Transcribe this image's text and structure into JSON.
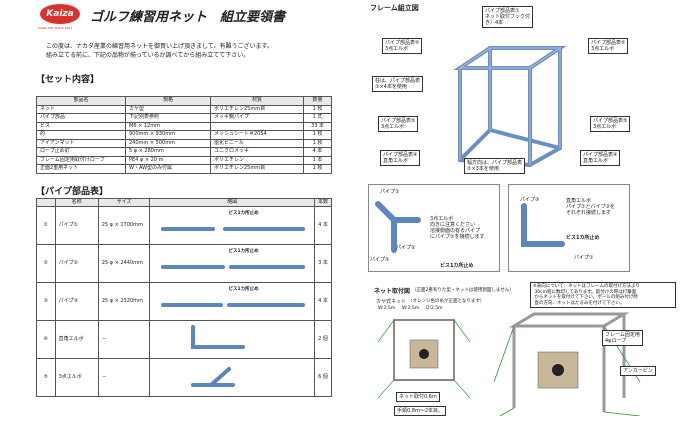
{
  "brand": {
    "logo": "Kaiza",
    "tagline": "KAIZA SET SINCE 1967"
  },
  "title": "ゴルフ練習用ネット　組立要領書",
  "intro": [
    "この度は、ナカダ産業の練習用ネットを御買い上げ頂きまして、有難うございます。",
    "組み立てる前に、下記の品物が揃っているか調べてから組み立てて下さい。"
  ],
  "set_section": "【セット内容】",
  "set_table": {
    "headers": [
      "部品名",
      "規格",
      "材質",
      "数量"
    ],
    "rows": [
      [
        "ネット",
        "カヤ型",
        "ポリエチレン25mm目",
        "1 枚"
      ],
      [
        "パイプ部品",
        "下記別表参照",
        "メッキ鋼パイプ",
        "1 式"
      ],
      [
        "ビス",
        "M6 × 12mm",
        "",
        "33 本"
      ],
      [
        "的",
        "900mm × 930mm",
        "メッシュシート＃2054",
        "1 枚"
      ],
      [
        "アイアンマット",
        "240mm × 500mm",
        "塩化ビニール",
        "1 枚"
      ],
      [
        "ロープ止め釘",
        "5 φ × 280mm",
        "ユニクロメッキ",
        "4 本"
      ],
      [
        "フレーム固定用取付けロープ",
        "PE4 φ × 20 m",
        "ポリエチレン",
        "1 本"
      ],
      [
        "正面2重用ネット",
        "W・AW型のみ付属",
        "ポリエチレン25mm目",
        "1 枚"
      ]
    ]
  },
  "pipe_section": "【パイプ部品表】",
  "pipe_table": {
    "headers": [
      "名称",
      "サイズ",
      "略図",
      "本数"
    ],
    "rows": [
      {
        "no": "①",
        "name": "パイプ①",
        "size": "25 φ × 1700mm",
        "note": "ビス1カ所止め",
        "qty": "4 本"
      },
      {
        "no": "②",
        "name": "パイプ②",
        "size": "25 φ × 2440mm",
        "note": "ビス1カ所止め",
        "qty": "3 本"
      },
      {
        "no": "③",
        "name": "パイプ③",
        "size": "25 φ × 2320mm",
        "note": "ビス1カ所止め",
        "qty": "4 本"
      },
      {
        "no": "④",
        "name": "直角エルボ",
        "size": "－",
        "note": "",
        "qty": "2 個"
      },
      {
        "no": "⑤",
        "name": "3点エルボ",
        "size": "－",
        "note": "",
        "qty": "6 個"
      }
    ]
  },
  "frame": {
    "title": "フレーム組立図",
    "labels": {
      "top_right_box": "パイプ部品表①\nネット取付フック付\nき）4本",
      "upper_left": "パイプ部品表⑤\n3点エルボ",
      "upper_right": "パイプ部品表⑤\n3点エルボ",
      "middle_left": "柱は、パイプ部品表\n③×4本を使用",
      "lower_left": "パイプ部品表⑤\n3点エルボ",
      "lower_right": "パイプ部品表⑤\n3点エルボ",
      "bottom_left": "パイプ部品表④\n直角エルボ",
      "bottom_center": "幅方向は、パイプ部品表\n②×3本を使用",
      "bottom_right": "パイプ部品表④\n直角エルボ"
    }
  },
  "joint_left": {
    "pipe1": "パイプ①",
    "pipe2": "パイプ②",
    "pipe3": "パイプ③",
    "elbow": "3点エルボ",
    "text": "3点エルボ\n向きに注意ください\n溶接側面の有るパイプ\nにパイプ②を接続します",
    "screw": "ビス1カ所止め"
  },
  "joint_right": {
    "pipe3": "パイプ③",
    "pipe1": "パイプ①",
    "text": "直角エルボ\nパイプ①とパイプ③を\nそれぞれ接続します",
    "screw": "ビス1カ所止め"
  },
  "net_section": {
    "title": "ネット取付図",
    "subtitle": "（正面2重有りた型・ネットは使用割図しません）",
    "kaya_title": "カヤ式ネット",
    "kaya_sub": "（オレンジ色の糸が正面となります）",
    "dims": [
      "W:2.5m",
      "W:2.5m",
      "D:2.5m"
    ],
    "note": "※表向について：ネットはフレームの取付け方法より\n 30cm程に数印してあります。取付けの際は打撃面\n からネットを取付けて下さい。ポールの組み付け時\n 直の方向、ネットはたるみを付けて下さい。",
    "label_net": "ネット取付0.6m",
    "label_rope": "手順0.8m～2本目。",
    "label_frame": "フレーム固定用\n4φロープ",
    "label_anchor": "アンカーピン"
  }
}
